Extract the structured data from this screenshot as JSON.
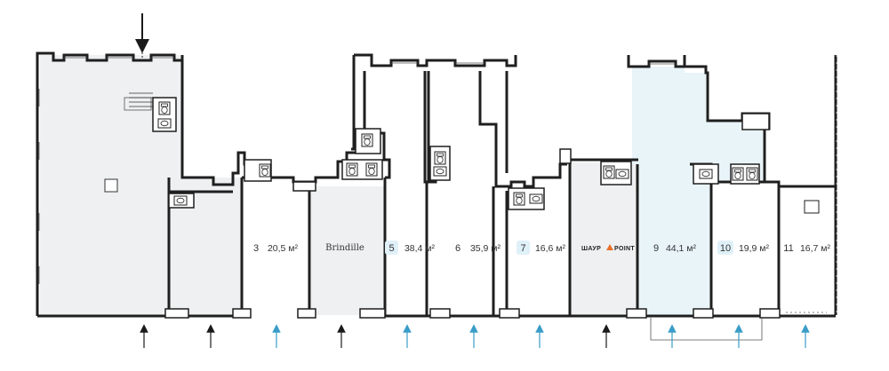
{
  "colors": {
    "wall": "#1f1f1f",
    "occupied_fill": "#eef0f1",
    "selected_fill": "#e9f4f9",
    "available_badge": "#dff0f8",
    "entrance_black": "#1a1a1a",
    "entrance_blue": "#3a9dc8",
    "logo_accent": "#e8702a"
  },
  "units": [
    {
      "id": "3",
      "number": "3",
      "area": "20,5 м²",
      "status": "available",
      "badge": false
    },
    {
      "id": "4",
      "brand": "Brindille",
      "status": "occupied"
    },
    {
      "id": "5",
      "number": "5",
      "area": "38,4 м²",
      "status": "available",
      "badge": true
    },
    {
      "id": "6",
      "number": "6",
      "area": "35,9 м²",
      "status": "available",
      "badge": false
    },
    {
      "id": "7",
      "number": "7",
      "area": "16,6 м²",
      "status": "available",
      "badge": true
    },
    {
      "id": "8",
      "brand_part1": "ШАУР",
      "brand_part2": "POINT",
      "status": "occupied"
    },
    {
      "id": "9",
      "number": "9",
      "area": "44,1 м²",
      "status": "selected",
      "badge": false
    },
    {
      "id": "10",
      "number": "10",
      "area": "19,9 м²",
      "status": "available",
      "badge": true
    },
    {
      "id": "11",
      "number": "11",
      "area": "16,7 м²",
      "status": "available",
      "badge": false
    }
  ],
  "icons": {
    "toilet": "toilet-icon",
    "sink": "sink-icon",
    "entrance_arrow": "arrow-up-icon",
    "main_entrance": "arrow-down-icon"
  }
}
